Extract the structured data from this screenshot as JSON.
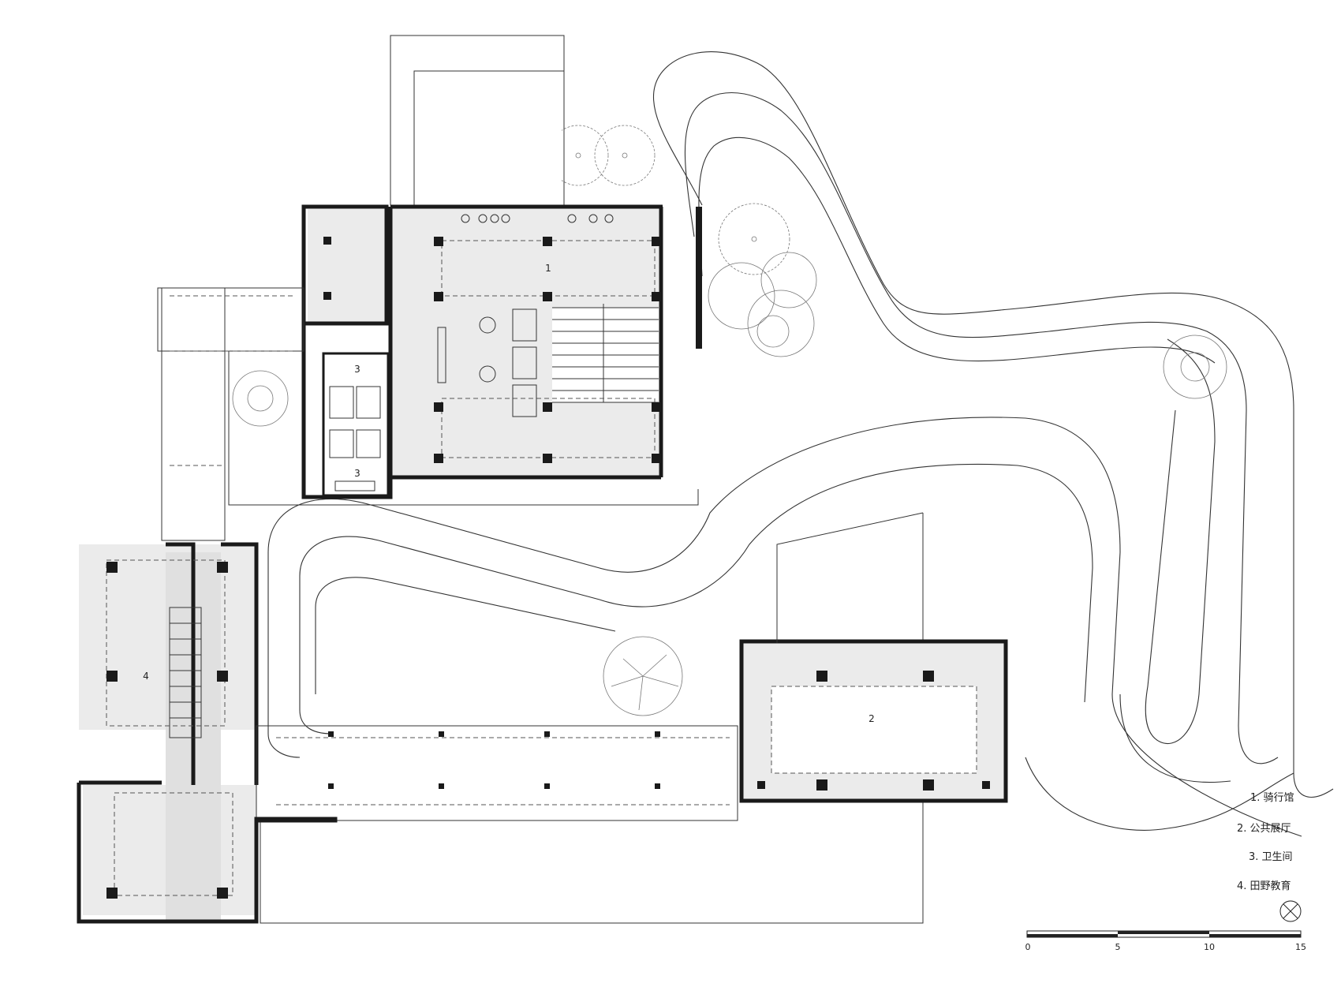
{
  "rooms": [
    {
      "number": "1"
    },
    {
      "number": "2"
    },
    {
      "number": "3"
    },
    {
      "number": "3"
    },
    {
      "number": "4"
    }
  ],
  "legend": [
    {
      "label": "1. 骑行馆"
    },
    {
      "label": "2. 公共展厅"
    },
    {
      "label": "3. 卫生间"
    },
    {
      "label": "4. 田野教育"
    }
  ],
  "scale_bar": {
    "ticks": [
      "0",
      "5",
      "10",
      "15"
    ]
  },
  "north_arrow": "north-arrow-icon",
  "colors": {
    "walls": "#1a1a1a",
    "room_fill": "#ebebeb",
    "lines": "#333333"
  }
}
